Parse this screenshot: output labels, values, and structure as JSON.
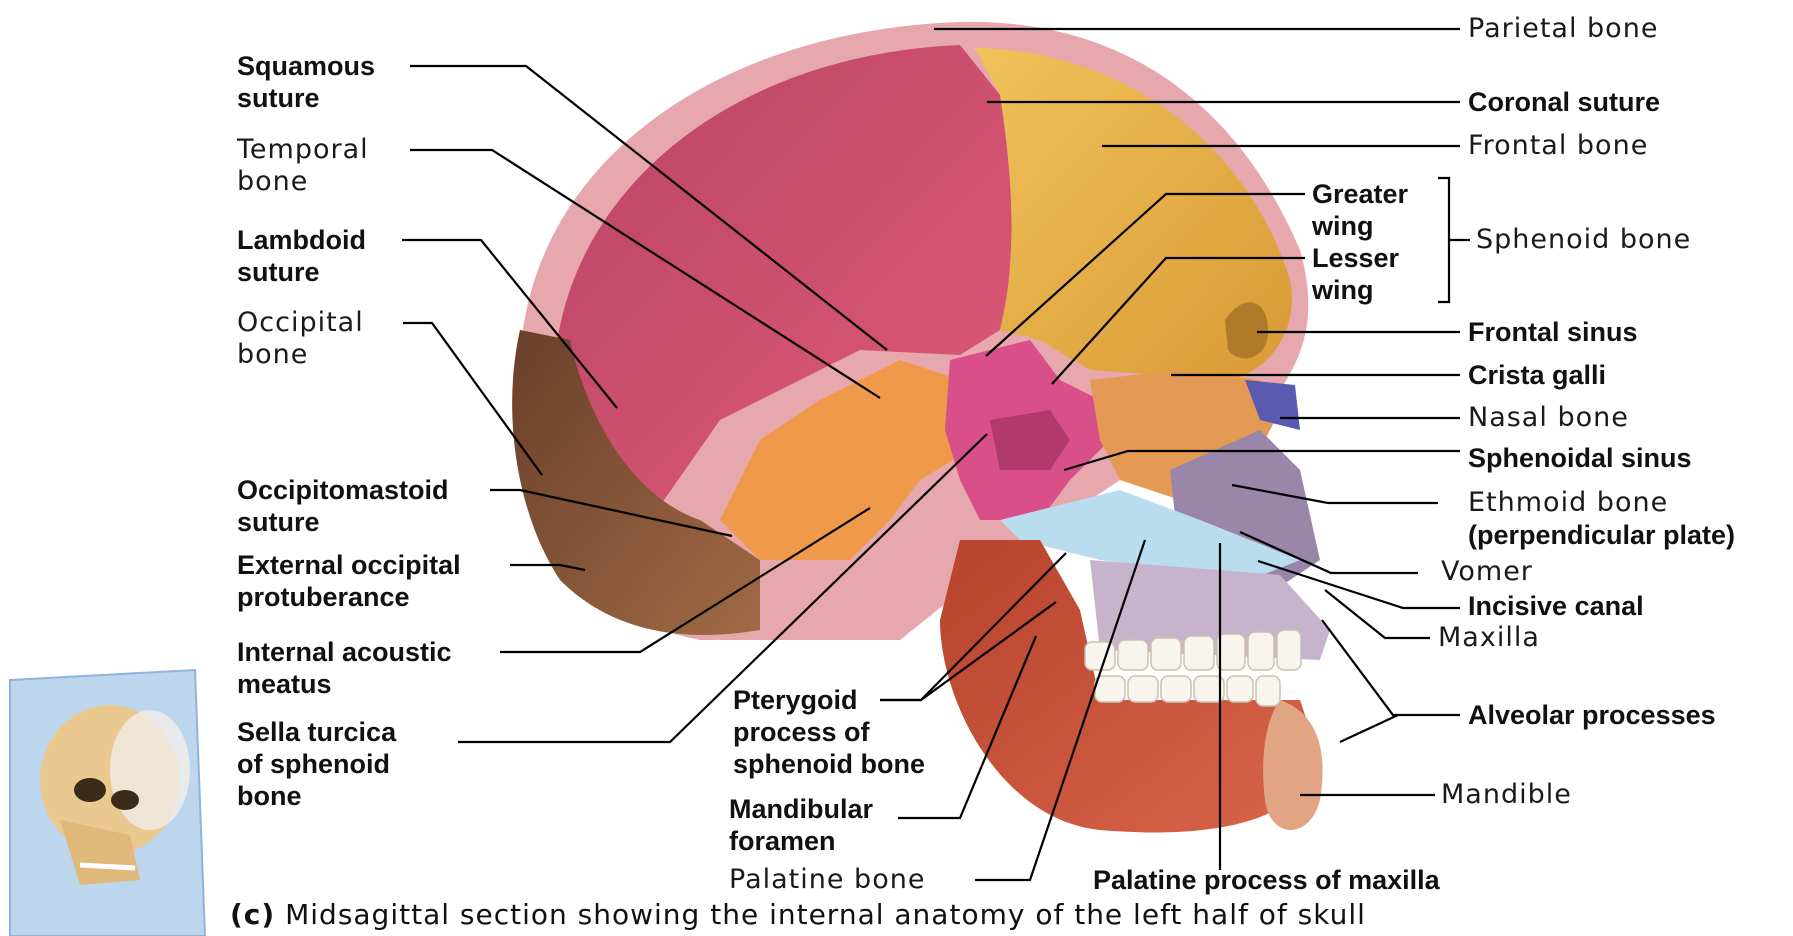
{
  "labels": {
    "squamous_suture": "Squamous\nsuture",
    "temporal_bone": "Temporal\nbone",
    "lambdoid_suture": "Lambdoid\nsuture",
    "occipital_bone": "Occipital\nbone",
    "occipitomastoid_suture": "Occipitomastoid\nsuture",
    "external_occipital_protuberance": "External occipital\nprotuberance",
    "internal_acoustic_meatus": "Internal acoustic\nmeatus",
    "sella_turcica": "Sella turcica\nof sphenoid\nbone",
    "pterygoid_process": "Pterygoid\nprocess of\nsphenoid bone",
    "mandibular_foramen": "Mandibular\nforamen",
    "palatine_bone": "Palatine bone",
    "palatine_process": "Palatine process of maxilla",
    "parietal_bone": "Parietal bone",
    "coronal_suture": "Coronal suture",
    "frontal_bone": "Frontal bone",
    "greater_wing": "Greater\nwing",
    "lesser_wing": "Lesser\nwing",
    "sphenoid_bone": "Sphenoid bone",
    "frontal_sinus": "Frontal sinus",
    "crista_galli": "Crista galli",
    "nasal_bone": "Nasal bone",
    "sphenoidal_sinus": "Sphenoidal sinus",
    "ethmoid_bone": "Ethmoid bone",
    "perpendicular_plate": "(perpendicular plate)",
    "vomer": "Vomer",
    "incisive_canal": "Incisive canal",
    "maxilla": "Maxilla",
    "alveolar_processes": "Alveolar processes",
    "mandible": "Mandible"
  },
  "caption": {
    "letter": "(c)",
    "text": " Midsagittal section showing the internal anatomy of the left half of skull"
  },
  "colors": {
    "parietal": "#c8536e",
    "frontal": "#e8b24a",
    "temporal": "#ef9a4a",
    "occipital": "#8a5a3a",
    "sphenoid": "#d94f8a",
    "ethmoid": "#e49a55",
    "mandible": "#c9543a",
    "vomer": "#9a86a8",
    "nasal": "#5a5ab0",
    "palate": "#b9dcef"
  }
}
